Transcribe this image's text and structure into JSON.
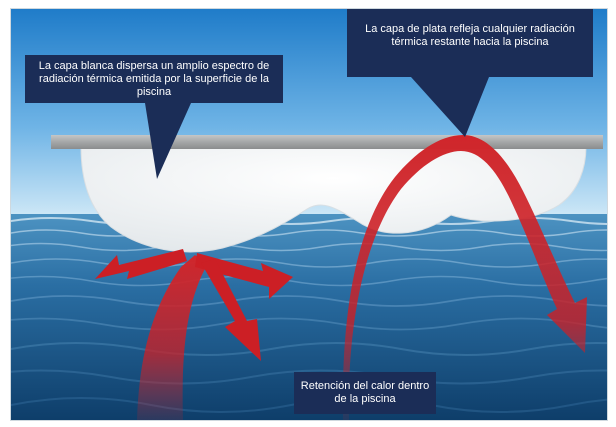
{
  "callouts": {
    "white_layer": "La capa blanca dispersa un amplio espectro de radiación térmica emitida por la superficie de la piscina",
    "silver_layer": "La capa de plata refleja cualquier radiación térmica restante hacia la piscina",
    "retention": "Retención del calor dentro de la piscina"
  },
  "colors": {
    "sky_top": "#1f7cc9",
    "sky_bottom": "#d6ecf8",
    "water_top": "#3f86b8",
    "water_bottom": "#0e3e6a",
    "callout_bg": "#1b2d57",
    "arrow_red": "#cc1f25",
    "bar_grey": "#a5a7a8",
    "cover_white": "#f3f5f6"
  }
}
